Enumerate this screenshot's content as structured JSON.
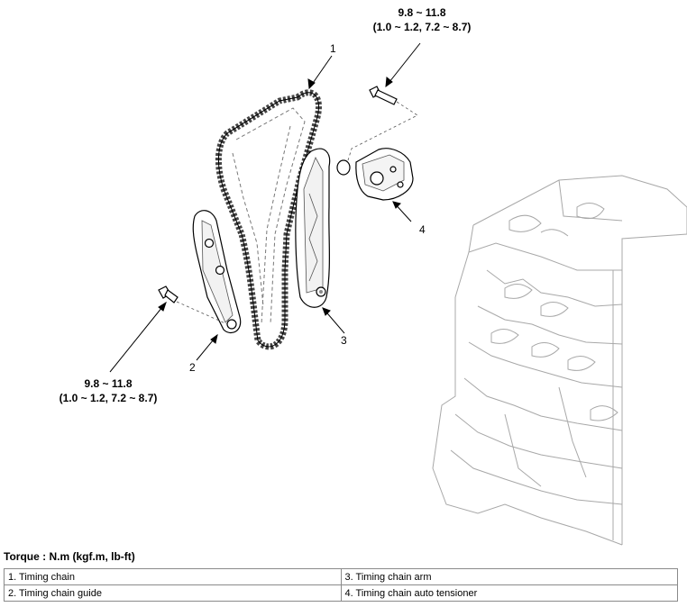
{
  "callouts": {
    "c1": "1",
    "c2": "2",
    "c3": "3",
    "c4": "4"
  },
  "torque_specs": {
    "top": {
      "value": "9.8 ~ 11.8",
      "conversion": "(1.0 ~ 1.2, 7.2 ~ 8.7)"
    },
    "left": {
      "value": "9.8 ~ 11.8",
      "conversion": "(1.0 ~ 1.2, 7.2 ~ 8.7)"
    }
  },
  "torque_unit": "Torque : N.m (kgf.m, lb-ft)",
  "legend": [
    [
      "1. Timing chain",
      "3. Timing chain arm"
    ],
    [
      "2. Timing chain guide",
      "4. Timing chain auto tensioner"
    ]
  ]
}
